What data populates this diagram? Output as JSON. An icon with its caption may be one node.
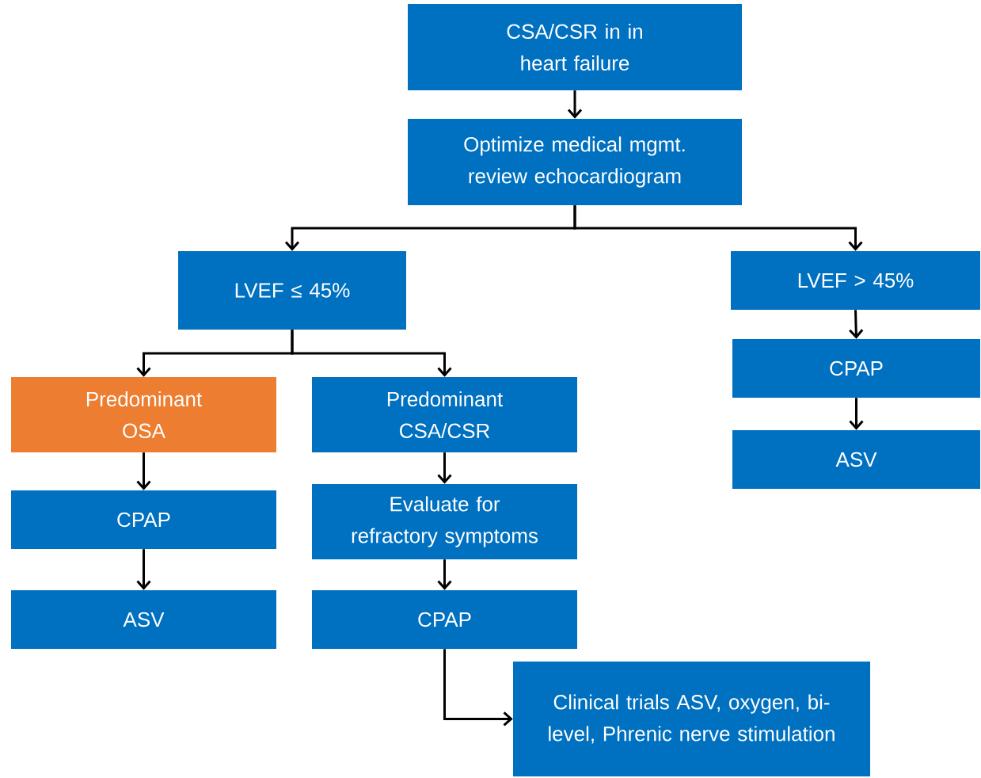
{
  "diagram": {
    "nodes": [
      {
        "text": [
          "CSA/CSR in in heart failure"
        ]
      },
      {
        "text": [
          "Optimize medical mgmt. review echocardiogram"
        ]
      },
      {
        "text": [
          "LVEF ≤ 45%"
        ]
      },
      {
        "text": [
          "LVEF > 45%"
        ]
      },
      {
        "text": [
          "Predominant OSA"
        ]
      },
      {
        "text": [
          "Predominant CSA/CSR"
        ]
      },
      {
        "text": [
          "CPAP"
        ]
      },
      {
        "text": [
          "Evaluate for refractory symptoms"
        ]
      },
      {
        "text": [
          "CPAP"
        ]
      },
      {
        "text": [
          "ASV"
        ]
      },
      {
        "text": [
          "CPAP"
        ]
      },
      {
        "text": [
          "ASV"
        ]
      },
      {
        "text": [
          "Clinical trials ASV, oxygen, bi-level, Phrenic nerve stimulation"
        ]
      }
    ],
    "edges": [
      {
        "from": 0,
        "to": 1,
        "arrow": "to"
      },
      {
        "from": 1,
        "to": 2,
        "arrow": "to"
      },
      {
        "from": 1,
        "to": 3,
        "arrow": "to"
      },
      {
        "from": 2,
        "to": 4,
        "arrow": "to"
      },
      {
        "from": 2,
        "to": 5,
        "arrow": "to"
      },
      {
        "from": 4,
        "to": 6,
        "arrow": "to"
      },
      {
        "from": 6,
        "to": 9,
        "arrow": "to"
      },
      {
        "from": 5,
        "to": 7,
        "arrow": "to"
      },
      {
        "from": 7,
        "to": 10,
        "arrow": "to"
      },
      {
        "from": 10,
        "to": 12,
        "arrow": "to"
      },
      {
        "from": 3,
        "to": 8,
        "arrow": "to"
      },
      {
        "from": 8,
        "to": 11,
        "arrow": "to"
      }
    ]
  }
}
